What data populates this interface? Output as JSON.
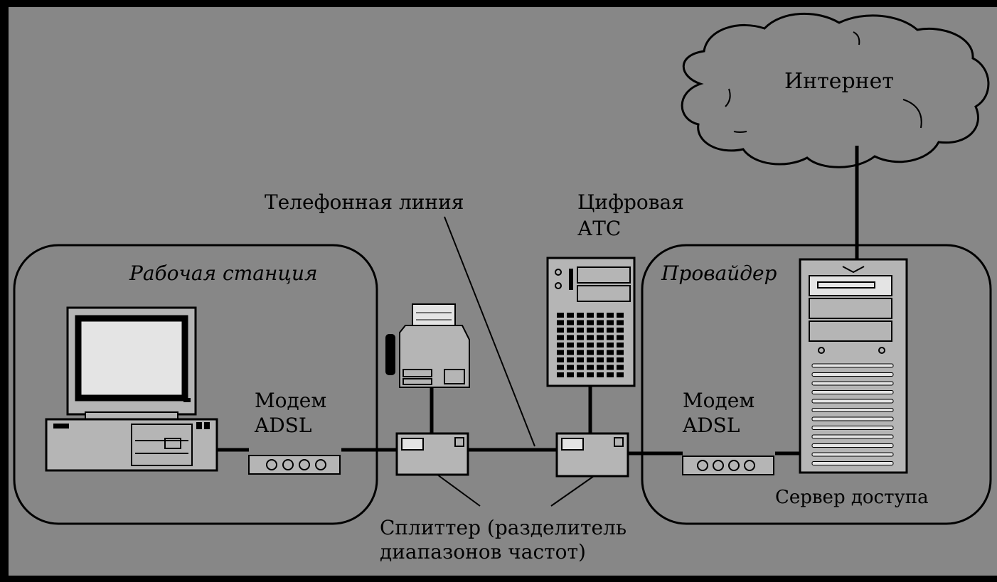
{
  "labels": {
    "internet": "Интернет",
    "phone_line": "Телефонная линия",
    "digital_pbx_line1": "Цифровая",
    "digital_pbx_line2": "АТС",
    "workstation": "Рабочая станция",
    "provider": "Провайдер",
    "modem_left_line1": "Модем",
    "modem_left_line2": "ADSL",
    "modem_right_line1": "Модем",
    "modem_right_line2": "ADSL",
    "access_server": "Сервер доступа",
    "splitter_line1": "Сплиттер (разделитель",
    "splitter_line2": "диапазонов частот)"
  },
  "colors": {
    "background": "#878787",
    "frame": "#000000",
    "device_fill": "#b5b5b5",
    "device_light": "#e4e4e4",
    "ink": "#000000"
  },
  "icons": [
    "cloud-icon",
    "computer-icon",
    "fax-icon",
    "pbx-icon",
    "server-icon",
    "modem-icon",
    "splitter-icon"
  ]
}
